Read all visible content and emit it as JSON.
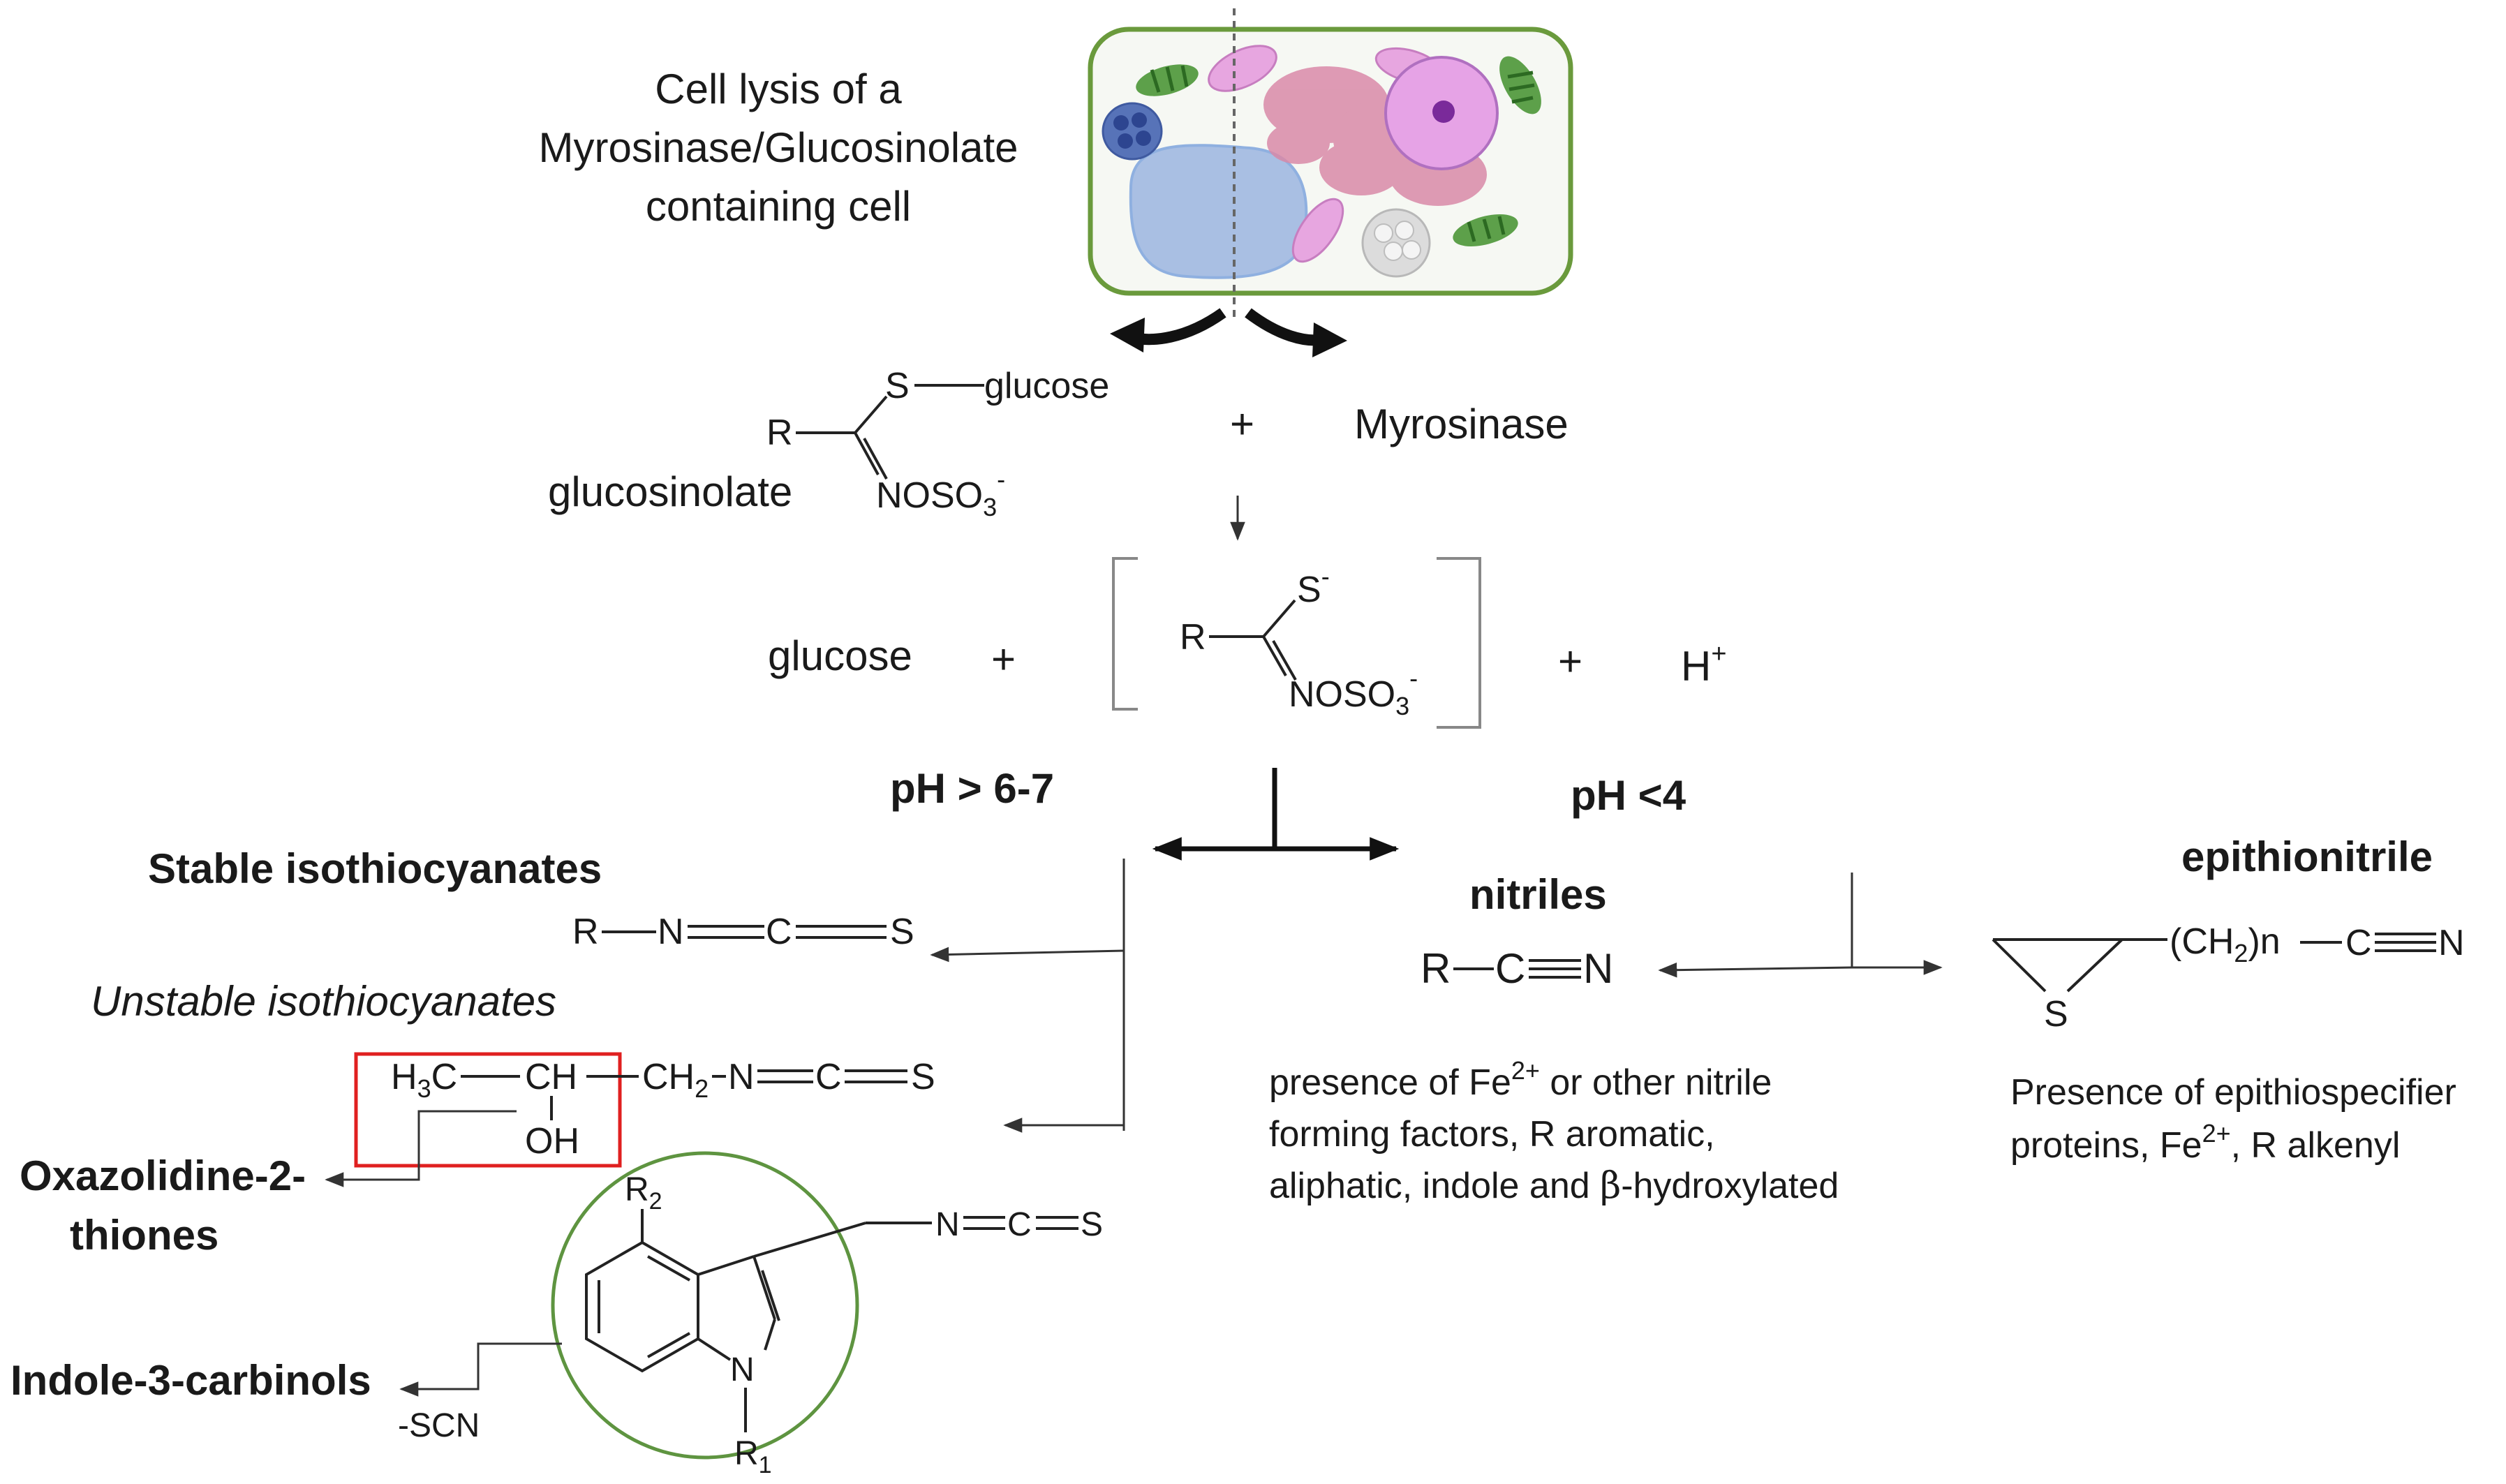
{
  "cell_label": [
    "Cell lysis of a",
    "Myrosinase/Glucosinolate",
    "containing cell"
  ],
  "reactants": {
    "glucosinolate_label": "glucosinolate",
    "R": "R",
    "S": "S",
    "glucose": "glucose",
    "NOSO3": "NOSO",
    "NOSO3_sub": "3",
    "NOSO3_sup": "-",
    "plus": "+",
    "myrosinase": "Myrosinase"
  },
  "intermediate": {
    "glucose": "glucose",
    "plus": "+",
    "R": "R",
    "S": "S",
    "S_sup": "-",
    "NOSO3": "NOSO",
    "NOSO3_sub": "3",
    "NOSO3_sup": "-",
    "plus2": "+",
    "H": "H",
    "H_sup": "+"
  },
  "conditions": {
    "neutral": "pH > 6-7",
    "acidic": "pH <4"
  },
  "left_branch": {
    "stable_label": "Stable isothiocyanates",
    "stable_formula": [
      "R",
      "N",
      "C",
      "S"
    ],
    "unstable_label": "Unstable isothiocyanates",
    "unstable_formula": {
      "H3C": "H",
      "H3C_sub": "3",
      "H3C_tail": "C",
      "CH": "CH",
      "CH2": "CH",
      "CH2_sub": "2",
      "N": "N",
      "C": "C",
      "S": "S",
      "OH": "OH"
    },
    "oxazolidine_label": [
      "Oxazolidine-2-",
      "thiones"
    ],
    "indole_substituents": {
      "R2": "R",
      "R2_sub": "2",
      "R1": "R",
      "R1_sub": "1",
      "N": "N",
      "NCS": [
        "N",
        "C",
        "S"
      ]
    },
    "indole_label": "Indole-3-carbinols",
    "scn_label": "-SCN"
  },
  "right_branch": {
    "nitriles_label": "nitriles",
    "nitrile_formula": [
      "R",
      "C",
      "N"
    ],
    "nitrile_note": {
      "line1_pre": "presence of Fe",
      "line1_sup": "2+",
      "line1_post": " or other nitrile",
      "line2": "forming factors, R aromatic,",
      "line3_pre": "aliphatic, indole and ",
      "line3_beta": "β",
      "line3_post": "-hydroxylated"
    },
    "epithionitrile_label": "epithionitrile",
    "epithionitrile_formula": {
      "S": "S",
      "chain": "(CH",
      "chain_sub": "2",
      "chain_tail": ")n",
      "C": "C",
      "N": "N"
    },
    "epithio_note": {
      "line1": "Presence of epithiospecifier",
      "line2_pre": "proteins, Fe",
      "line2_sup": "2+",
      "line2_post": ", R alkenyl"
    }
  },
  "colors": {
    "cell_border": "#6a9a3c",
    "cell_fill": "#f6f8f3",
    "vacuole": "#a9bfe3",
    "chloroplast": "#5da04a",
    "mitochondria": "#e7a6e0",
    "nucleus": "#e6a3e6",
    "nucleolus": "#7a2a9a",
    "er": "#d98aa8",
    "highlight_box": "#e02020",
    "indole_circle": "#5e9440"
  }
}
